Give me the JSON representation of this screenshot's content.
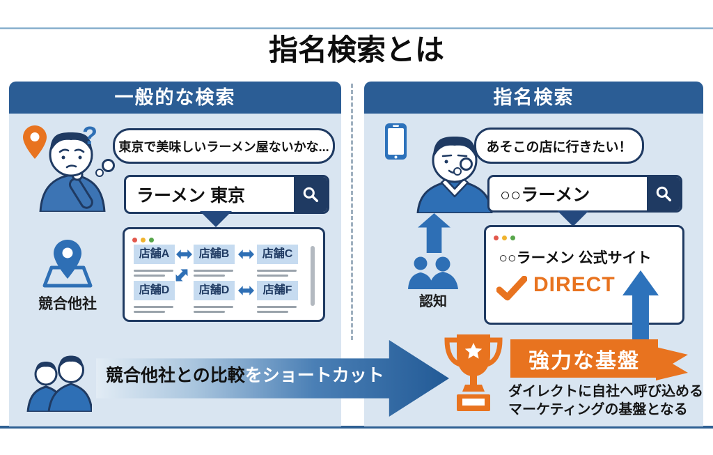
{
  "title": "指名検索とは",
  "colors": {
    "navy": "#1f3a62",
    "header_blue": "#2b5d95",
    "mid_blue": "#2e6fb5",
    "panel_bg": "#d9e5f1",
    "store_box_bg": "#c6dbf0",
    "orange": "#e8731f",
    "dot_red": "#e2574c",
    "dot_yellow": "#f0b32e",
    "dot_green": "#57a64a"
  },
  "left_panel": {
    "header": "一般的な検索",
    "question_mark": "?",
    "thought_bubble": "東京で美味しいラーメン屋ないかな...",
    "search_query": "ラーメン 東京",
    "stores_row1": [
      "店舗A",
      "店舗B",
      "店舗C"
    ],
    "stores_row2": [
      "店舗D",
      "店舗D",
      "店舗F"
    ],
    "competitors_label": "競合他社",
    "arrow_text_dark": "競合他社との比較",
    "arrow_text_light": "をショートカット"
  },
  "right_panel": {
    "header": "指名検索",
    "thought_bubble": "あそこの店に行きたい！",
    "search_query": "○○ラーメン",
    "site_title": "○○ラーメン 公式サイト",
    "direct_label": "DIRECT",
    "awareness_label": "認知",
    "banner_label": "強力な基盤",
    "description_line1": "ダイレクトに自社へ呼び込める",
    "description_line2": "マーケティングの基盤となる"
  },
  "icons": {
    "location_pin": "📍",
    "search": "🔍",
    "smartphone": "📱",
    "people": "👥",
    "trophy": "🏆",
    "checkmark": "✔"
  }
}
